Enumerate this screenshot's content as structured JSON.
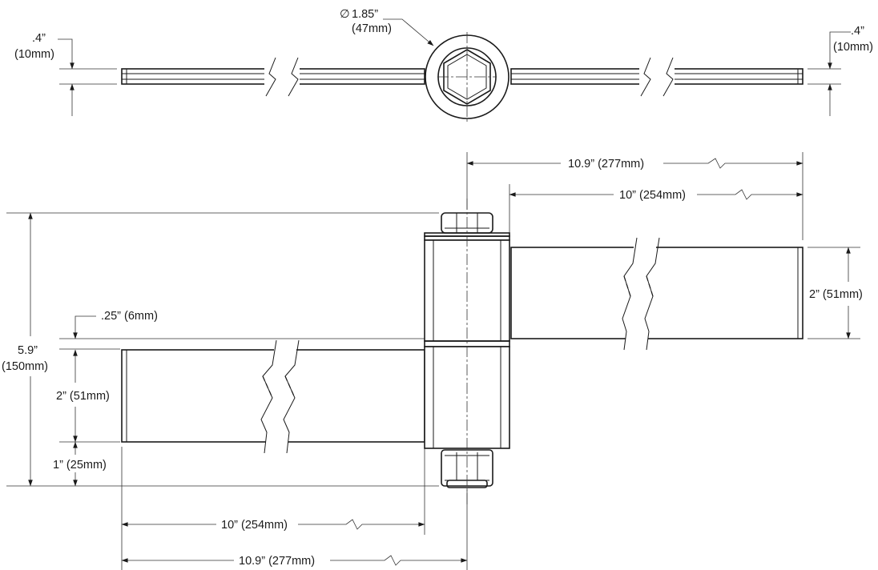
{
  "top_view": {
    "diameter_symbol": "∅",
    "diameter_in": "1.85”",
    "diameter_mm": "(47mm)",
    "left_thickness_in": ".4”",
    "left_thickness_mm": "(10mm)",
    "right_thickness_in": ".4”",
    "right_thickness_mm": "(10mm)"
  },
  "front_view": {
    "top_overall_width": "10.9” (277mm)",
    "top_leaf_length": "10” (254mm)",
    "right_leaf_height": "2” (51mm)",
    "total_height_in": "5.9”",
    "total_height_mm": "(150mm)",
    "offset": ".25” (6mm)",
    "left_leaf_height": "2” (51mm)",
    "bottom_gap": "1” (25mm)",
    "bottom_leaf_length": "10” (254mm)",
    "bottom_overall_width": "10.9” (277mm)"
  }
}
